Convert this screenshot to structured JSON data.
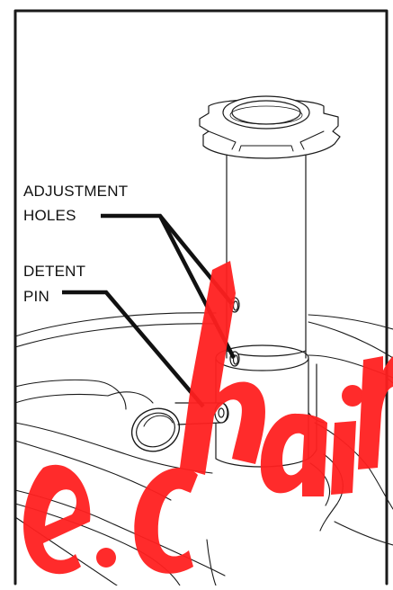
{
  "labels": {
    "adjustment_holes_line1": "ADJUSTMENT",
    "adjustment_holes_line2": "HOLES",
    "detent_pin_line1": "DETENT",
    "detent_pin_line2": "PIN"
  },
  "watermark": {
    "text": "e.chair",
    "color": "#ff2020"
  },
  "colors": {
    "linework": "#1a1a1a",
    "background": "#ffffff"
  }
}
